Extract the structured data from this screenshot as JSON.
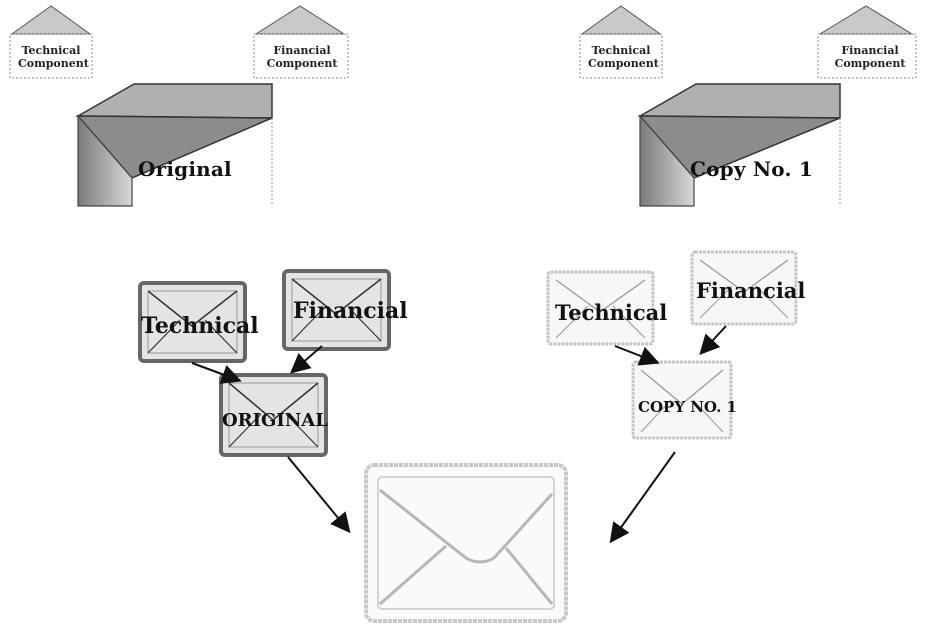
{
  "left_group": {
    "technical_component": "Technical\nComponent",
    "financial_component": "Financial\nComponent",
    "big_envelope": "Original"
  },
  "right_group": {
    "technical_component": "Technical\nComponent",
    "financial_component": "Financial\nComponent",
    "big_envelope": "Copy No. 1"
  },
  "left_flow": {
    "technical": "Technical",
    "financial": "Financial",
    "result": "ORIGINAL"
  },
  "right_flow": {
    "technical": "Technical",
    "financial": "Financial",
    "result": "COPY NO. 1"
  },
  "icons": {
    "small_envelope": "open-envelope-icon",
    "large_envelope": "folder-envelope-icon",
    "mail_envelope": "envelope-icon",
    "arrow": "arrow-icon"
  },
  "colors": {
    "dark_frame": "#6f6f6f",
    "light_frame": "#c8c8c8",
    "gray_fill": "#9e9e9e",
    "ink": "#111111"
  }
}
